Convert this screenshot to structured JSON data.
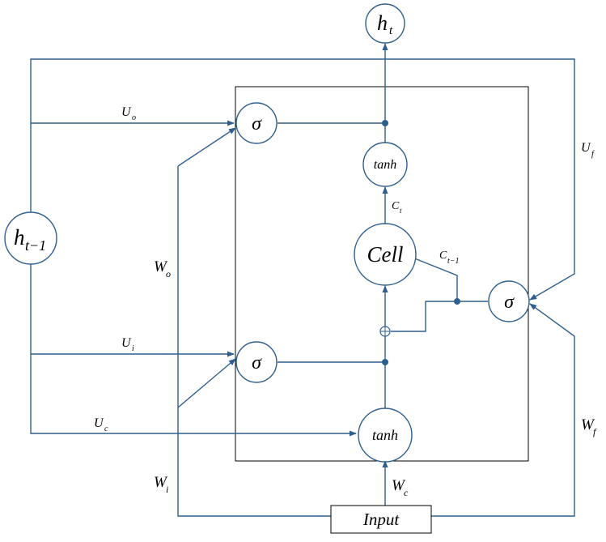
{
  "nodes": {
    "h_t": {
      "main": "h",
      "sub": "t"
    },
    "h_prev": {
      "main": "h",
      "sub": "t−1"
    },
    "sigma_output": "σ",
    "sigma_input": "σ",
    "sigma_forget": "σ",
    "tanh_top": "tanh",
    "tanh_bottom": "tanh",
    "cell": "Cell",
    "input": "Input"
  },
  "weights": {
    "U_o": {
      "main": "U",
      "sub": "o"
    },
    "U_i": {
      "main": "U",
      "sub": "i"
    },
    "U_c": {
      "main": "U",
      "sub": "c"
    },
    "U_f": {
      "main": "U",
      "sub": "f"
    },
    "W_o": {
      "main": "W",
      "sub": "o"
    },
    "W_i": {
      "main": "W",
      "sub": "i"
    },
    "W_c": {
      "main": "W",
      "sub": "c"
    },
    "W_f": {
      "main": "W",
      "sub": "f"
    },
    "C_t": {
      "main": "C",
      "sub": "t"
    },
    "C_prev": {
      "main": "C",
      "sub": "t−1"
    }
  },
  "colors": {
    "wire": "#2e5f8e",
    "box": "#000000"
  }
}
